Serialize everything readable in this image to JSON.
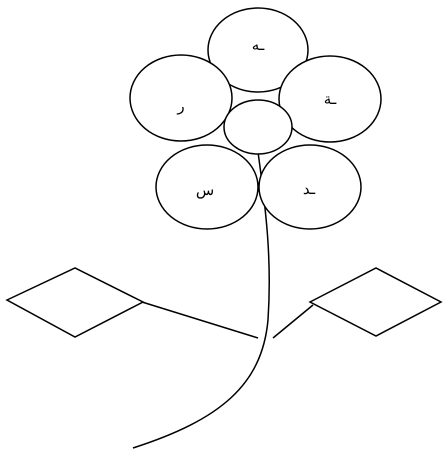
{
  "flower": {
    "petals": [
      {
        "id": "top",
        "letter": "ـه"
      },
      {
        "id": "left",
        "letter": "ر"
      },
      {
        "id": "right",
        "letter": "ـة"
      },
      {
        "id": "bottom-left",
        "letter": "س"
      },
      {
        "id": "bottom-right",
        "letter": "ـد"
      }
    ]
  },
  "colors": {
    "stroke": "#000000",
    "background": "#ffffff"
  }
}
